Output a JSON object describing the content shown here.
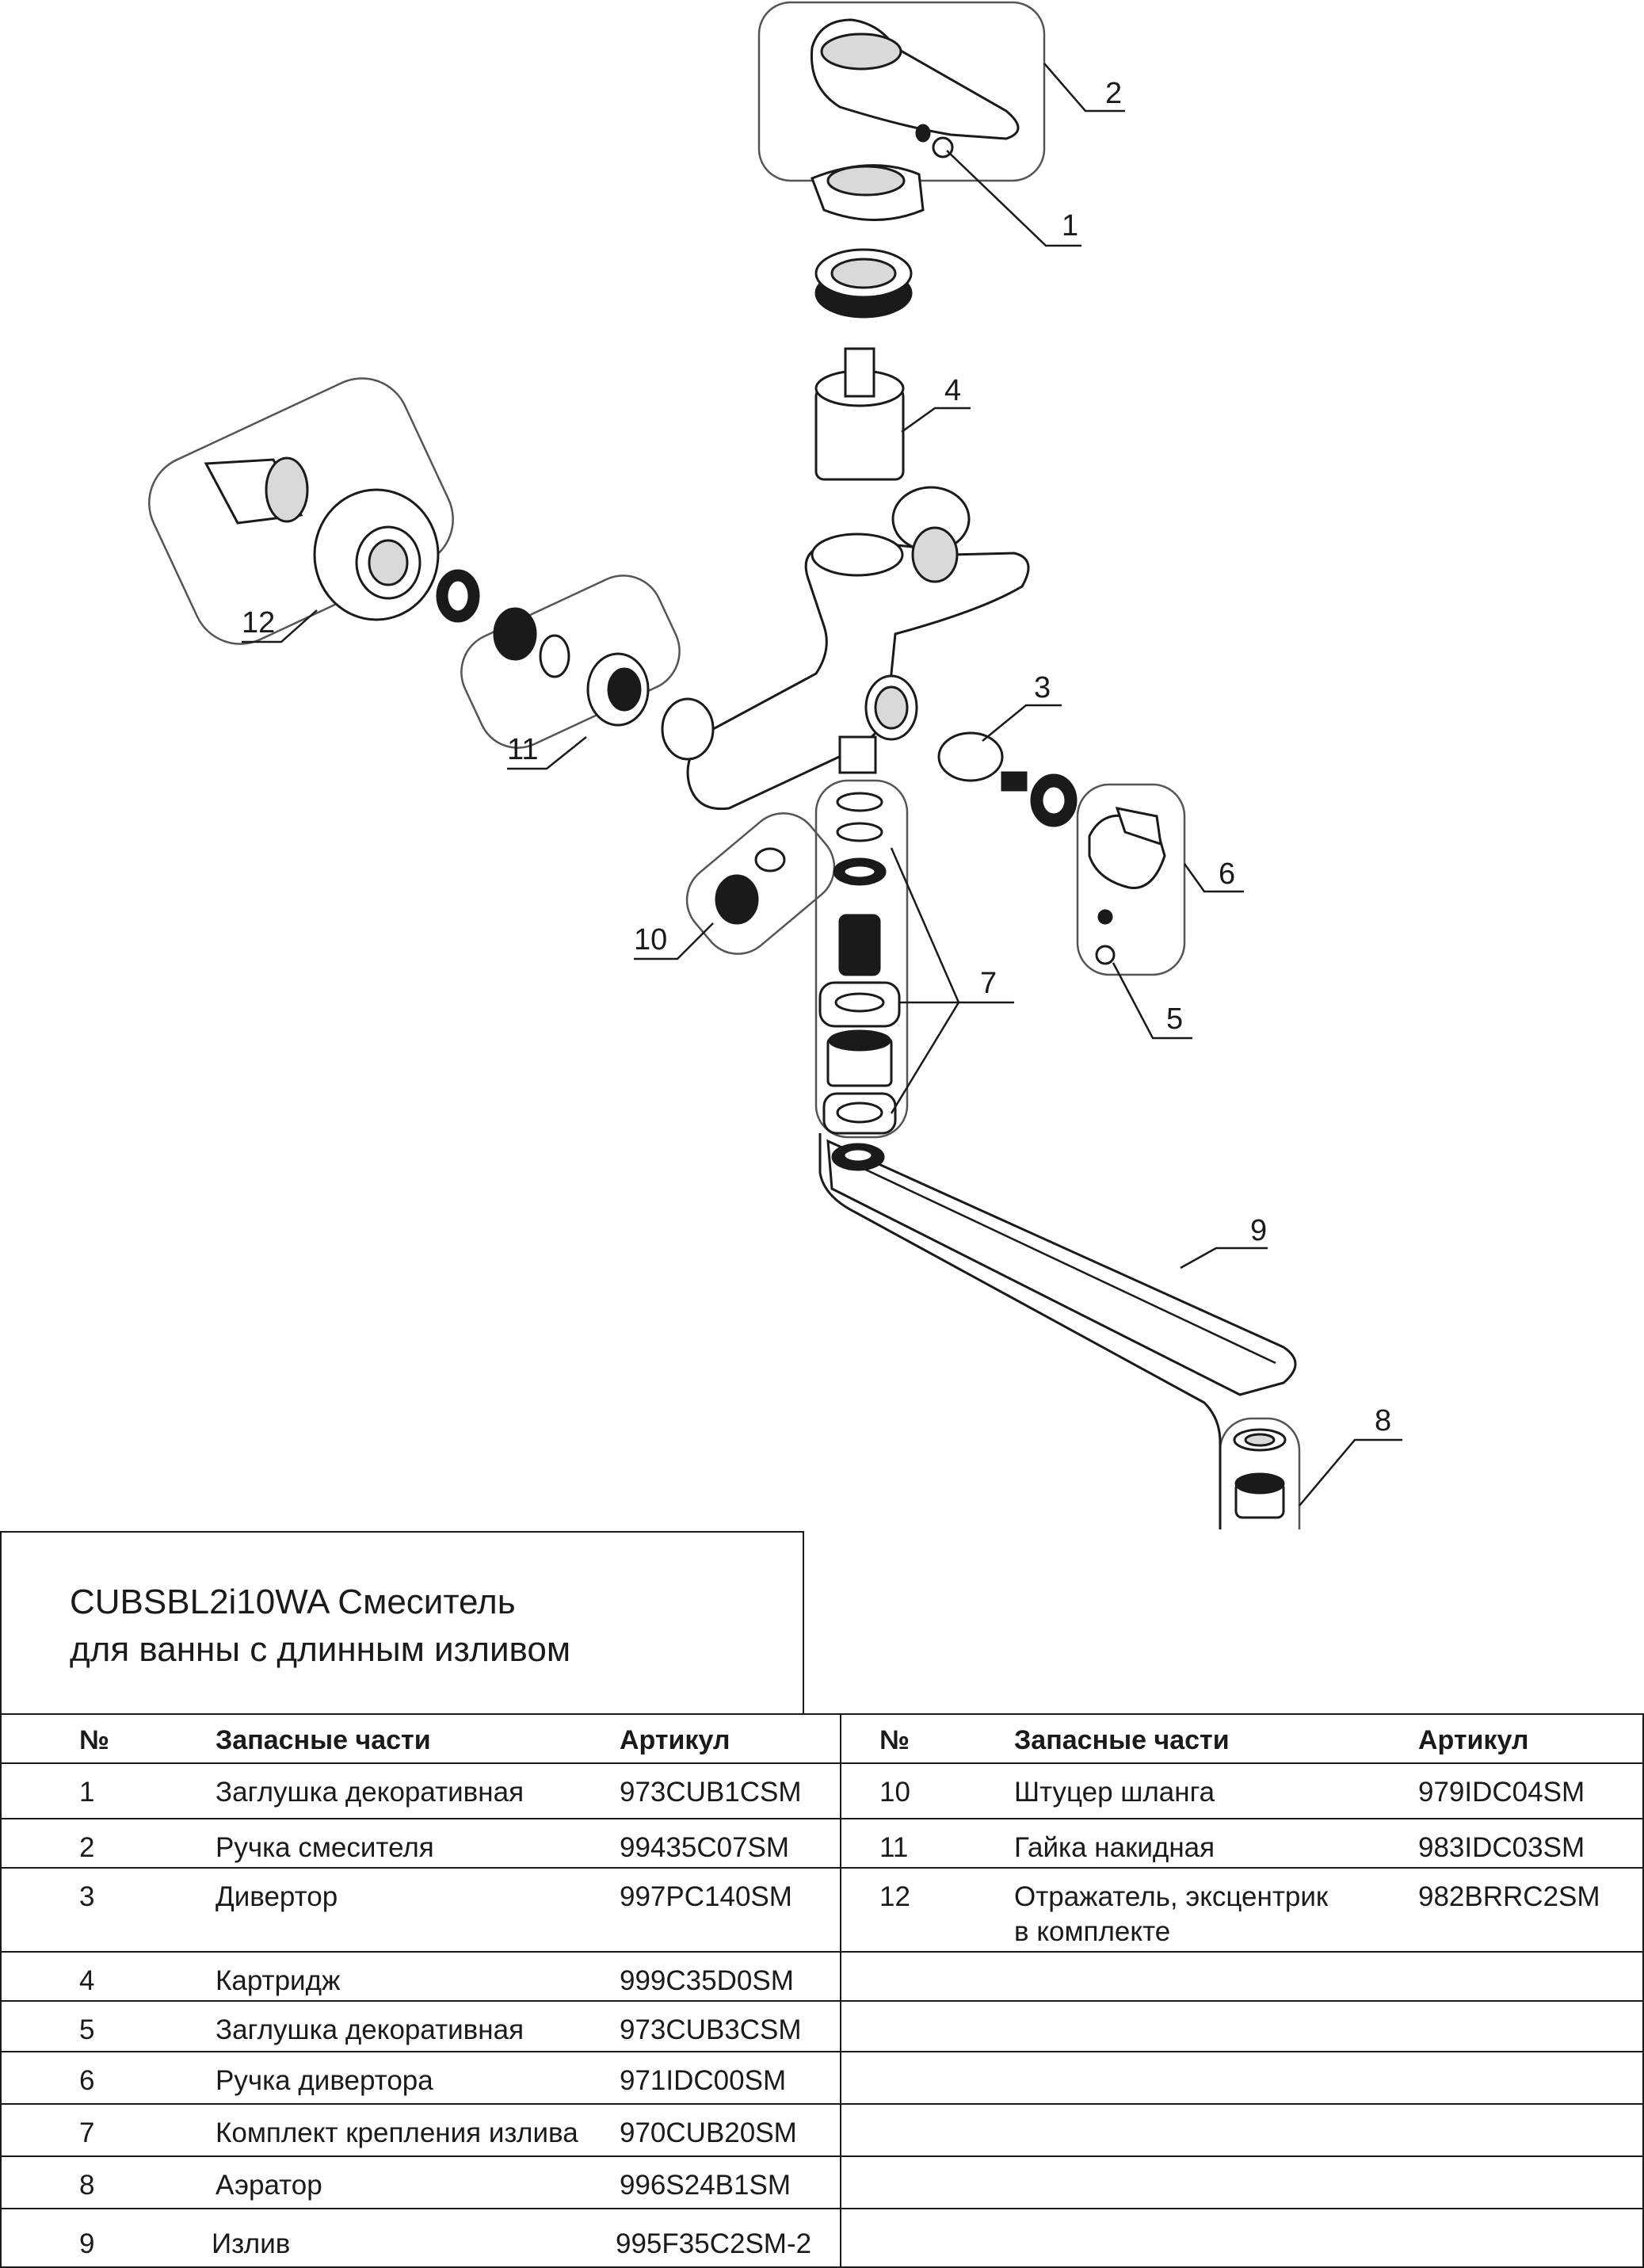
{
  "title": {
    "line1": "CUBSBL2i10WA Смеситель",
    "line2": "для ванны с длинным изливом"
  },
  "callouts": [
    "1",
    "2",
    "3",
    "4",
    "5",
    "6",
    "7",
    "8",
    "9",
    "10",
    "11",
    "12"
  ],
  "table": {
    "headers": {
      "num": "№",
      "name": "Запасные части",
      "sku": "Артикул"
    },
    "left": [
      {
        "num": "1",
        "name": "Заглушка декоративная",
        "sku": "973CUB1CSM"
      },
      {
        "num": "2",
        "name": "Ручка смесителя",
        "sku": "99435C07SM"
      },
      {
        "num": "3",
        "name": "Дивертор",
        "sku": "997PC140SM"
      },
      {
        "num": "4",
        "name": "Картридж",
        "sku": "999C35D0SM"
      },
      {
        "num": "5",
        "name": "Заглушка декоративная",
        "sku": "973CUB3CSM"
      },
      {
        "num": "6",
        "name": "Ручка дивертора",
        "sku": "971IDC00SM"
      },
      {
        "num": "7",
        "name": "Комплект крепления излива",
        "sku": "970CUB20SM"
      },
      {
        "num": "8",
        "name": "Аэратор",
        "sku": "996S24B1SM"
      },
      {
        "num": "9",
        "name": "Излив",
        "sku": "995F35C2SM-2"
      }
    ],
    "right": [
      {
        "num": "10",
        "name": "Штуцер шланга",
        "sku": "979IDC04SM"
      },
      {
        "num": "11",
        "name": "Гайка накидная",
        "sku": "983IDC03SM"
      },
      {
        "num": "12",
        "name": "Отражатель, эксцентрик",
        "name2": "в комплекте",
        "sku": "982BRRC2SM"
      }
    ]
  }
}
